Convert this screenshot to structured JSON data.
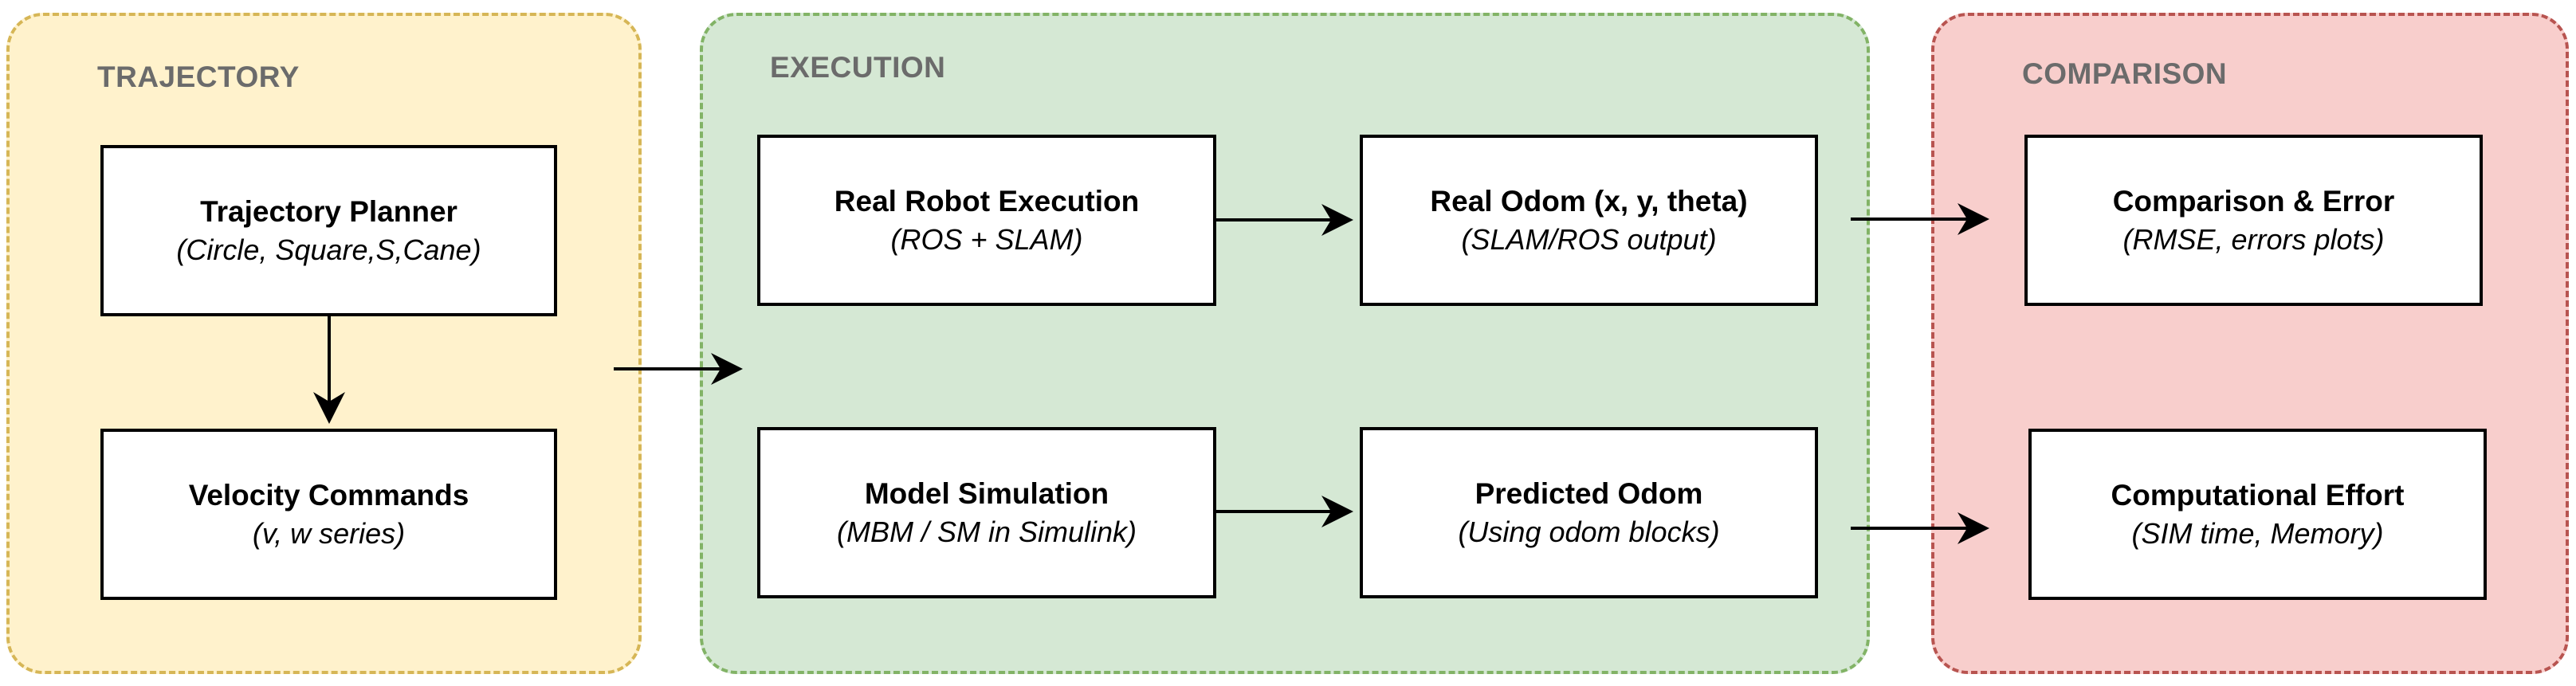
{
  "colors": {
    "trajectory_fill": "#fff2cc",
    "trajectory_border": "#d6b656",
    "execution_fill": "#d5e8d4",
    "execution_border": "#82b366",
    "comparison_fill": "#f8cecc",
    "comparison_border": "#b85450",
    "node_fill": "#ffffff",
    "node_border": "#000000",
    "group_title": "#6b6b6b"
  },
  "groups": {
    "trajectory": {
      "title": "TRAJECTORY"
    },
    "execution": {
      "title": "EXECUTION"
    },
    "comparison": {
      "title": "COMPARISON"
    }
  },
  "nodes": {
    "trajectory_planner": {
      "title": "Trajectory Planner",
      "subtitle": "(Circle, Square,S,Cane)"
    },
    "velocity_commands": {
      "title": "Velocity Commands",
      "subtitle": "(v, w series)"
    },
    "real_robot_execution": {
      "title": "Real Robot Execution",
      "subtitle": "(ROS + SLAM)"
    },
    "real_odom": {
      "title": "Real Odom (x, y, theta)",
      "subtitle": "(SLAM/ROS output)"
    },
    "model_simulation": {
      "title": "Model Simulation",
      "subtitle": "(MBM / SM in Simulink)"
    },
    "predicted_odom": {
      "title": "Predicted Odom",
      "subtitle": "(Using odom blocks)"
    },
    "comparison_error": {
      "title": "Comparison & Error",
      "subtitle": "(RMSE, errors plots)"
    },
    "computational_effort": {
      "title": "Computational Effort",
      "subtitle": "(SIM time, Memory)"
    }
  }
}
